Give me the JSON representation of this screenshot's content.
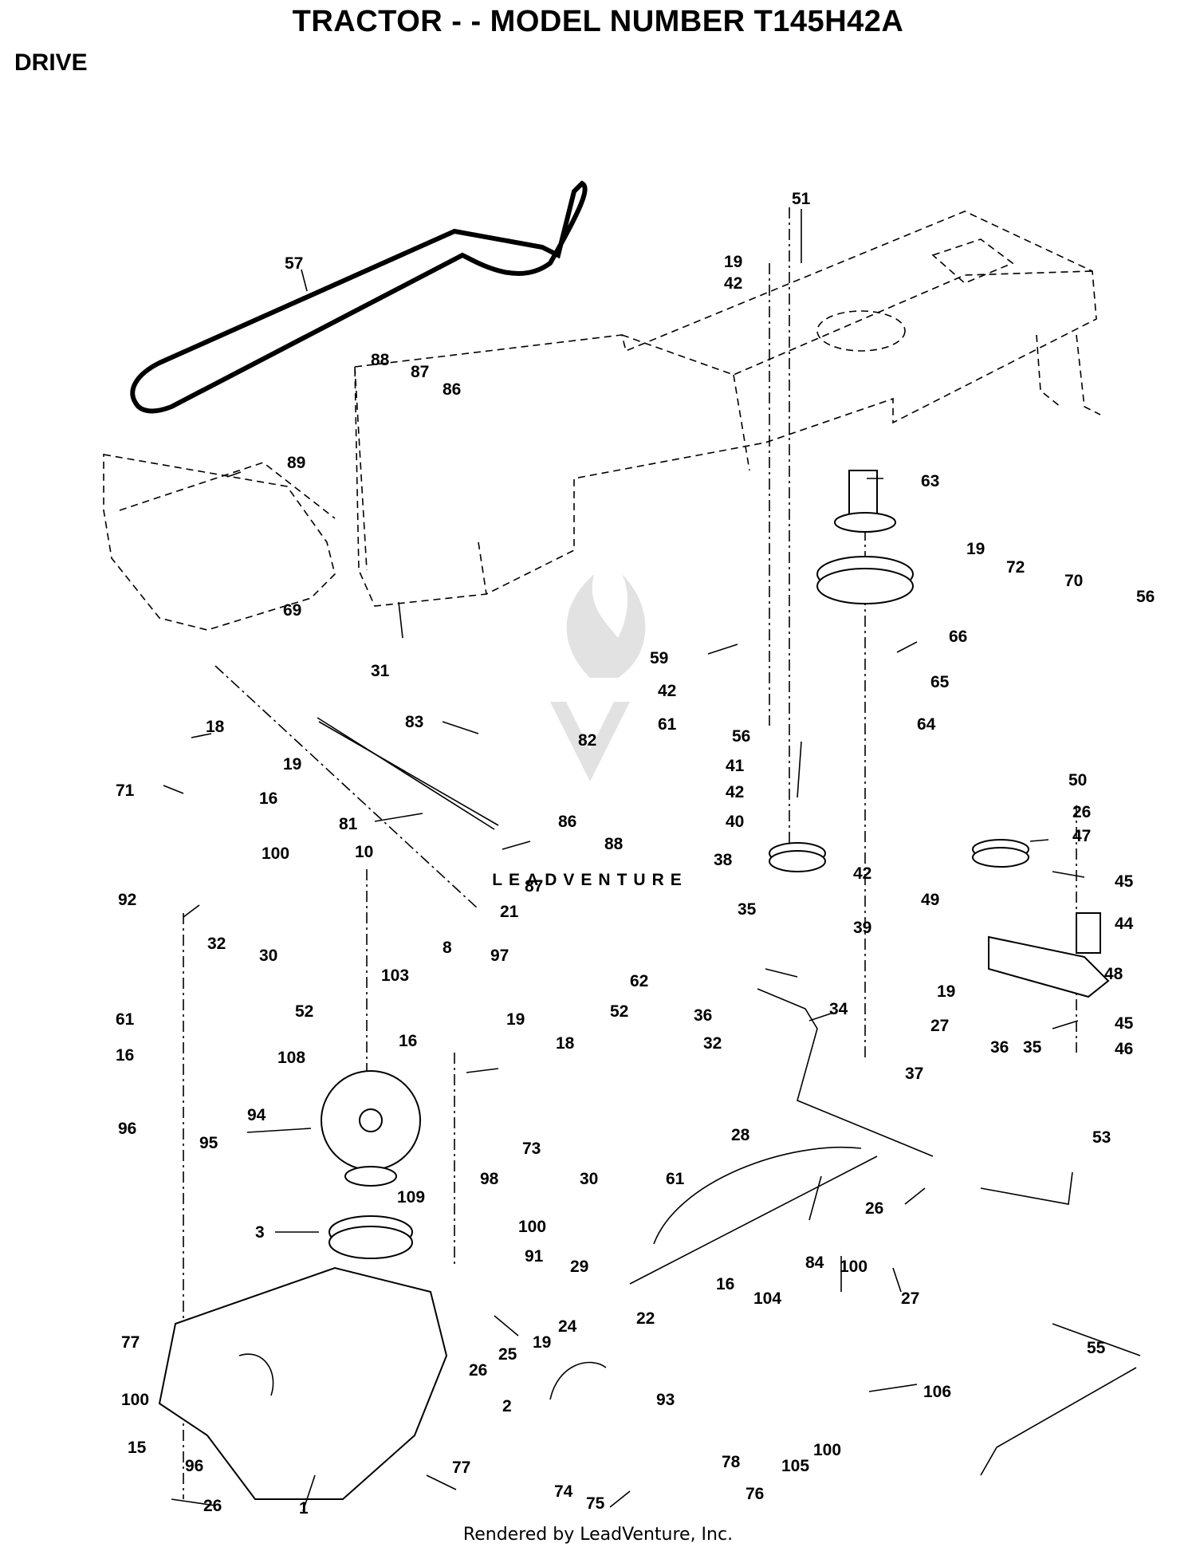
{
  "header": {
    "title": "TRACTOR - - MODEL NUMBER T145H42A",
    "section": "DRIVE"
  },
  "watermark": "LEADVENTURE",
  "footer": "Rendered by LeadVenture, Inc.",
  "callouts": [
    {
      "label": "57"
    },
    {
      "label": "51"
    },
    {
      "label": "19"
    },
    {
      "label": "42"
    },
    {
      "label": "88"
    },
    {
      "label": "87"
    },
    {
      "label": "86"
    },
    {
      "label": "89"
    },
    {
      "label": "63"
    },
    {
      "label": "19"
    },
    {
      "label": "72"
    },
    {
      "label": "70"
    },
    {
      "label": "56"
    },
    {
      "label": "69"
    },
    {
      "label": "31"
    },
    {
      "label": "59"
    },
    {
      "label": "66"
    },
    {
      "label": "42"
    },
    {
      "label": "65"
    },
    {
      "label": "61"
    },
    {
      "label": "56"
    },
    {
      "label": "64"
    },
    {
      "label": "83"
    },
    {
      "label": "82"
    },
    {
      "label": "18"
    },
    {
      "label": "19"
    },
    {
      "label": "71"
    },
    {
      "label": "16"
    },
    {
      "label": "81"
    },
    {
      "label": "86"
    },
    {
      "label": "41"
    },
    {
      "label": "42"
    },
    {
      "label": "40"
    },
    {
      "label": "50"
    },
    {
      "label": "26"
    },
    {
      "label": "47"
    },
    {
      "label": "100"
    },
    {
      "label": "88"
    },
    {
      "label": "38"
    },
    {
      "label": "42"
    },
    {
      "label": "10"
    },
    {
      "label": "87"
    },
    {
      "label": "92"
    },
    {
      "label": "21"
    },
    {
      "label": "45"
    },
    {
      "label": "49"
    },
    {
      "label": "39"
    },
    {
      "label": "35"
    },
    {
      "label": "44"
    },
    {
      "label": "32"
    },
    {
      "label": "30"
    },
    {
      "label": "8"
    },
    {
      "label": "97"
    },
    {
      "label": "62"
    },
    {
      "label": "48"
    },
    {
      "label": "103"
    },
    {
      "label": "19"
    },
    {
      "label": "61"
    },
    {
      "label": "52"
    },
    {
      "label": "52"
    },
    {
      "label": "34"
    },
    {
      "label": "36"
    },
    {
      "label": "19"
    },
    {
      "label": "27"
    },
    {
      "label": "16"
    },
    {
      "label": "108"
    },
    {
      "label": "16"
    },
    {
      "label": "18"
    },
    {
      "label": "32"
    },
    {
      "label": "45"
    },
    {
      "label": "36"
    },
    {
      "label": "35"
    },
    {
      "label": "46"
    },
    {
      "label": "37"
    },
    {
      "label": "94"
    },
    {
      "label": "96"
    },
    {
      "label": "95"
    },
    {
      "label": "73"
    },
    {
      "label": "30"
    },
    {
      "label": "61"
    },
    {
      "label": "28"
    },
    {
      "label": "53"
    },
    {
      "label": "109"
    },
    {
      "label": "98"
    },
    {
      "label": "26"
    },
    {
      "label": "3"
    },
    {
      "label": "100"
    },
    {
      "label": "29"
    },
    {
      "label": "91"
    },
    {
      "label": "84"
    },
    {
      "label": "100"
    },
    {
      "label": "27"
    },
    {
      "label": "16"
    },
    {
      "label": "104"
    },
    {
      "label": "77"
    },
    {
      "label": "19"
    },
    {
      "label": "24"
    },
    {
      "label": "22"
    },
    {
      "label": "26"
    },
    {
      "label": "25"
    },
    {
      "label": "55"
    },
    {
      "label": "100"
    },
    {
      "label": "93"
    },
    {
      "label": "106"
    },
    {
      "label": "2"
    },
    {
      "label": "15"
    },
    {
      "label": "96"
    },
    {
      "label": "105"
    },
    {
      "label": "100"
    },
    {
      "label": "77"
    },
    {
      "label": "78"
    },
    {
      "label": "74"
    },
    {
      "label": "76"
    },
    {
      "label": "75"
    },
    {
      "label": "26"
    },
    {
      "label": "1"
    }
  ]
}
